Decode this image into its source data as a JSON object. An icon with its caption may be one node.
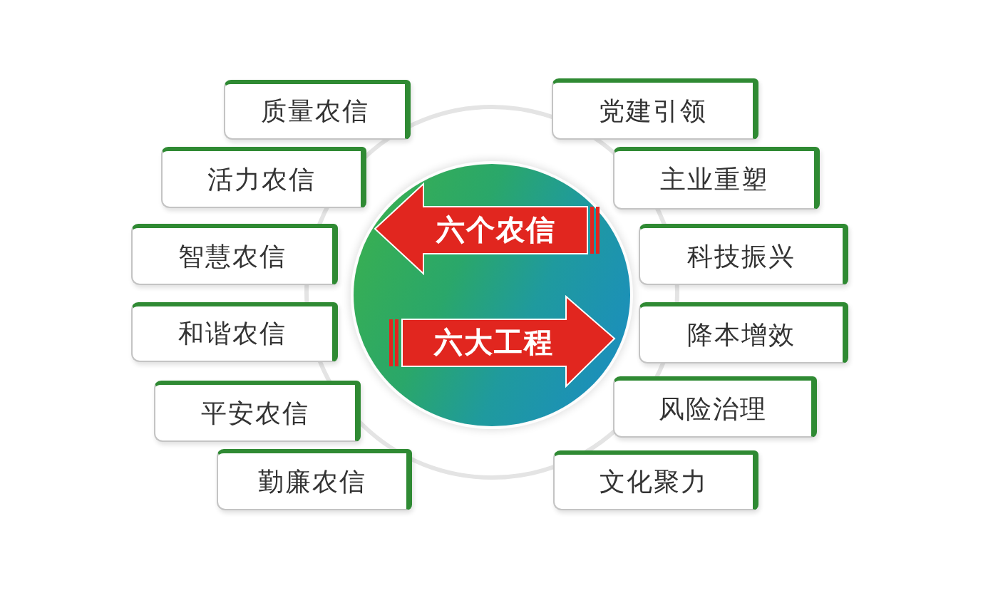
{
  "diagram": {
    "nodes": [
      {
        "text": [],
        "shape": "circle"
      },
      {
        "text": [
          "六个农信"
        ],
        "in": 0
      },
      {
        "text": [
          "六大工程"
        ],
        "in": 0
      },
      {
        "text": [
          "质量农信"
        ]
      },
      {
        "text": [
          "活力农信"
        ]
      },
      {
        "text": [
          "智慧农信"
        ]
      },
      {
        "text": [
          "和谐农信"
        ]
      },
      {
        "text": [
          "平安农信"
        ]
      },
      {
        "text": [
          "勤廉农信"
        ]
      },
      {
        "text": [
          "党建引领"
        ]
      },
      {
        "text": [
          "主业重塑"
        ]
      },
      {
        "text": [
          "科技振兴"
        ]
      },
      {
        "text": [
          "降本增效"
        ]
      },
      {
        "text": [
          "风险治理"
        ]
      },
      {
        "text": [
          "文化聚力"
        ]
      }
    ]
  }
}
